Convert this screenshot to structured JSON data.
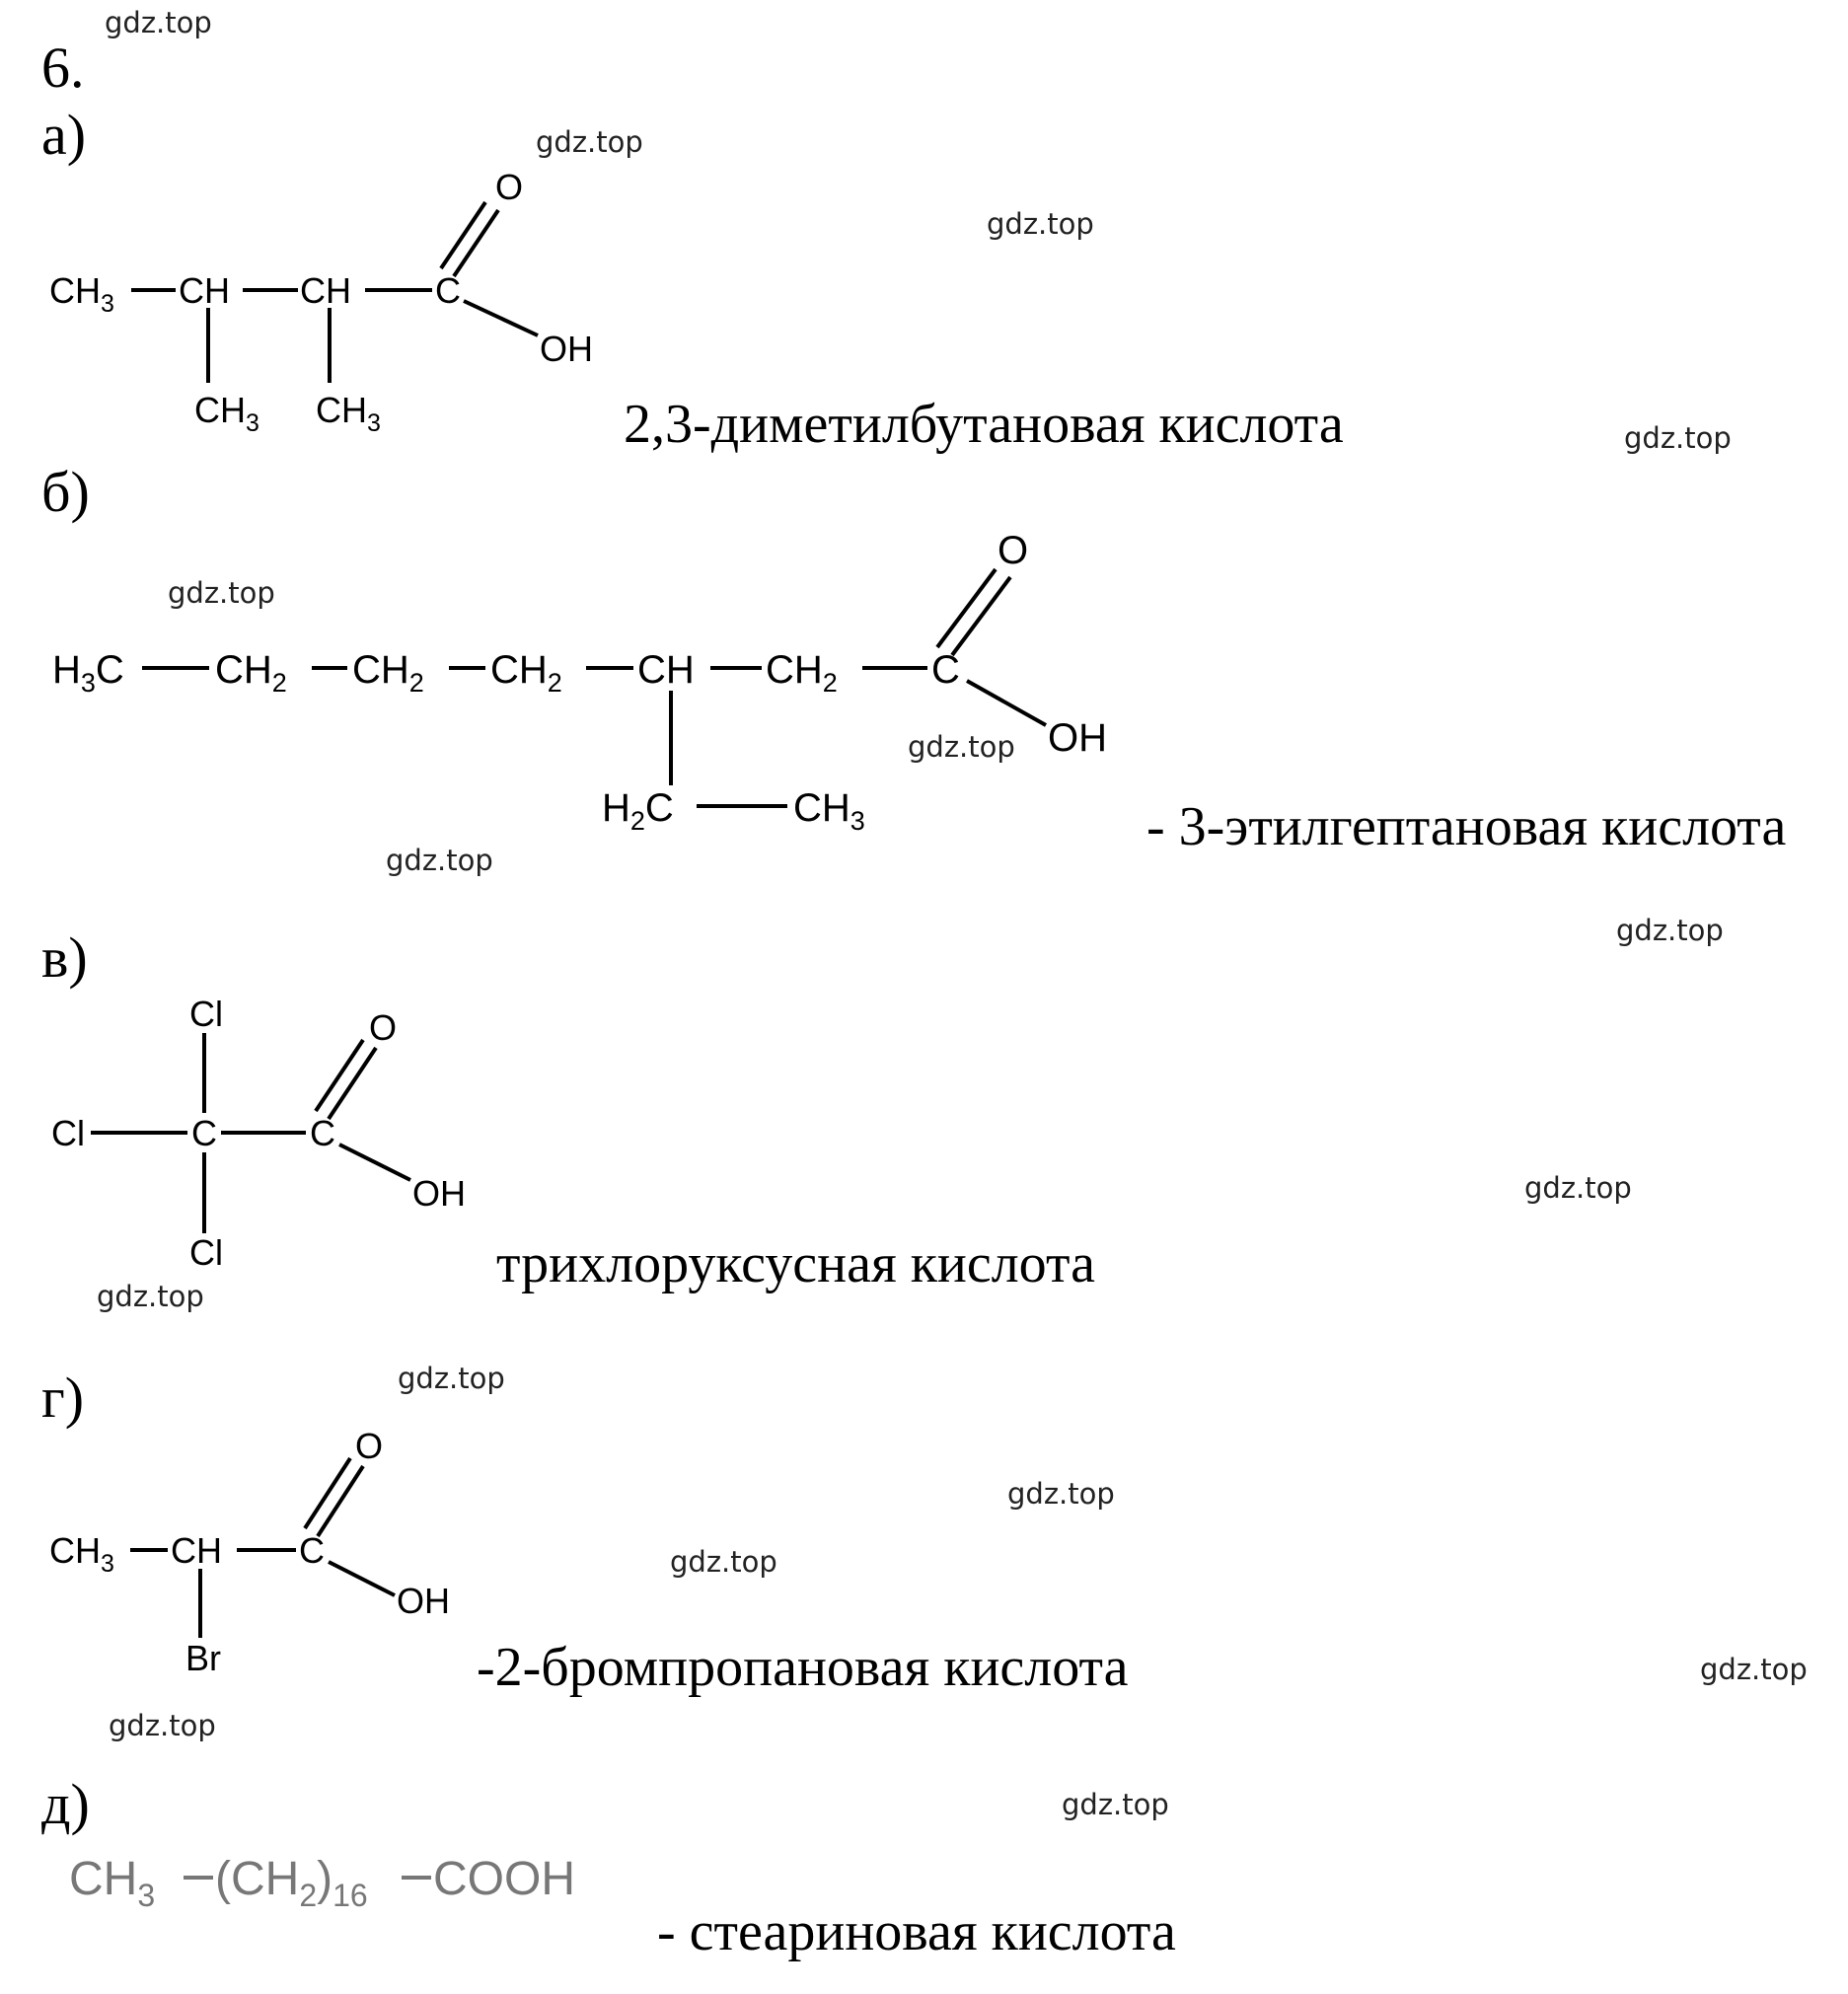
{
  "task_number": "6.",
  "watermark": "gdz.top",
  "parts": [
    {
      "label": "а)",
      "name": "2,3-диметилбутановая кислота",
      "atoms": {
        "ch3_left": "CH",
        "ch3_left_sub": "3",
        "ch_a": "CH",
        "ch_b": "CH",
        "c": "C",
        "o": "O",
        "oh": "OH",
        "ch3_down1": "CH",
        "ch3_down1_sub": "3",
        "ch3_down2": "CH",
        "ch3_down2_sub": "3"
      }
    },
    {
      "label": "б)",
      "name": "- 3-этилгептановая кислота",
      "atoms": {
        "h3c_h": "H",
        "h3c_sub": "3",
        "h3c_c": "C",
        "ch2_1": "CH",
        "ch2_1_sub": "2",
        "ch2_2": "CH",
        "ch2_2_sub": "2",
        "ch2_3": "CH",
        "ch2_3_sub": "2",
        "ch": "CH",
        "ch2_4": "CH",
        "ch2_4_sub": "2",
        "c": "C",
        "o": "O",
        "oh": "OH",
        "h2c_h": "H",
        "h2c_sub": "2",
        "h2c_c": "C",
        "ch3": "CH",
        "ch3_sub": "3"
      }
    },
    {
      "label": "в)",
      "name": "трихлоруксусная кислота",
      "atoms": {
        "cl_top": "Cl",
        "cl_left": "Cl",
        "cl_bottom": "Cl",
        "c1": "C",
        "c2": "C",
        "o": "O",
        "oh": "OH"
      }
    },
    {
      "label": "г)",
      "name": "-2-бромпропановая кислота",
      "atoms": {
        "ch3": "CH",
        "ch3_sub": "3",
        "ch": "CH",
        "c": "C",
        "o": "O",
        "oh": "OH",
        "br": "Br"
      }
    },
    {
      "label": "д)",
      "name": "- стеариновая кислота",
      "atoms": {
        "ch3": "CH",
        "ch3_sub": "3",
        "paren_open": "(CH",
        "ch2_sub": "2",
        "paren_close": ")",
        "n_sub": "16",
        "cooh": "COOH"
      }
    }
  ],
  "colors": {
    "text": "#000000",
    "watermark": "#222222",
    "formula_gray": "#777777"
  }
}
